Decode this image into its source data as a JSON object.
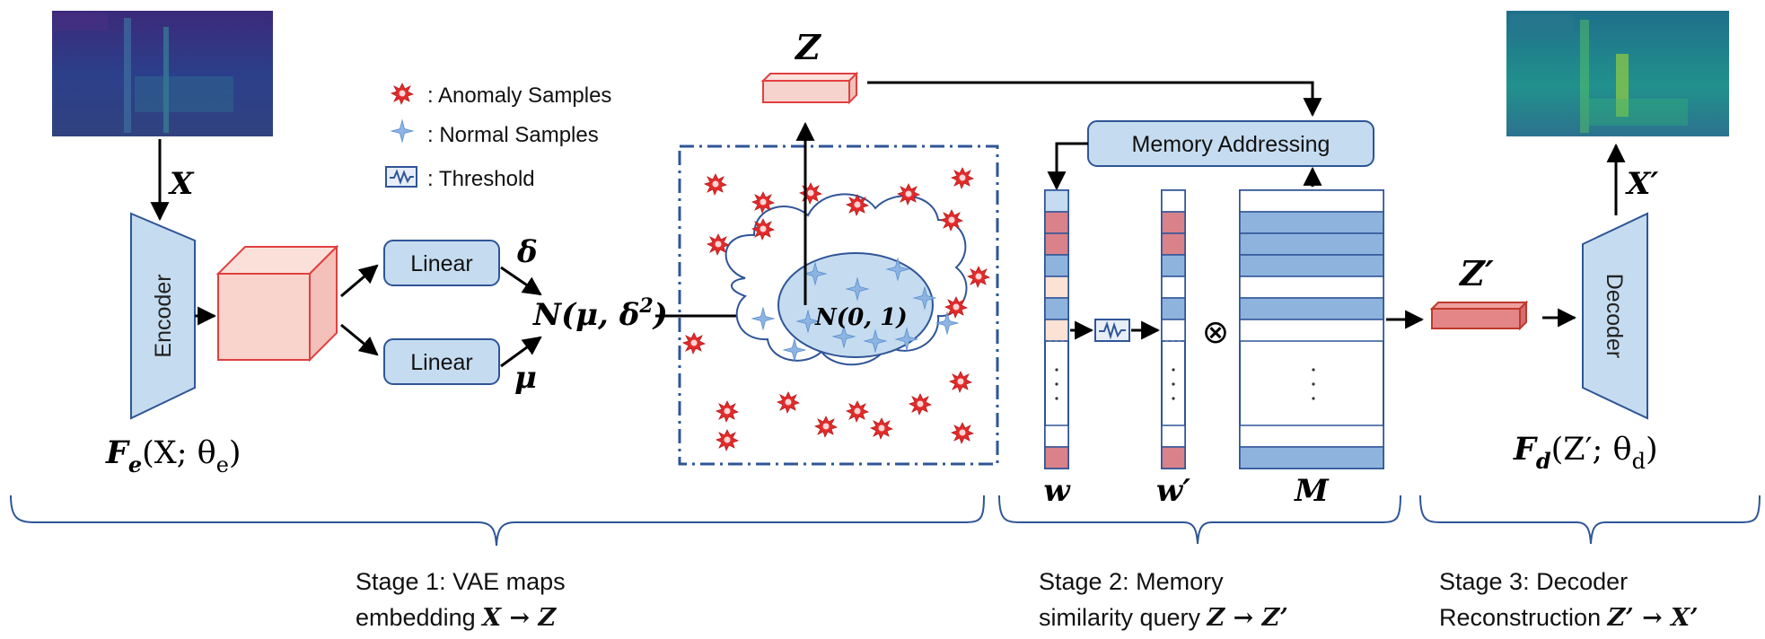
{
  "encoder": {
    "label": "Encoder",
    "input_var": "X",
    "formula": {
      "F": "F",
      "sub": "e",
      "open": "(X; ",
      "theta": "θ",
      "theta_sub": "e",
      "close": ")"
    }
  },
  "linear_top": {
    "label": "Linear",
    "output_var": "δ"
  },
  "linear_bottom": {
    "label": "Linear",
    "output_var": "μ"
  },
  "distribution": {
    "N": "N",
    "args": "(μ, δ",
    "sup": "2",
    "close": ")"
  },
  "standard_normal": "N(0, 1)",
  "latent": {
    "label": "Z"
  },
  "legend": {
    "anomaly": ": Anomaly Samples",
    "normal": ": Normal Samples",
    "threshold": ": Threshold"
  },
  "memory": {
    "addressing_label": "Memory Addressing",
    "w_label": "w",
    "w_prime_label": "w′",
    "m_label": "M",
    "operator": "⊗"
  },
  "decoder": {
    "label": "Decoder",
    "input_var": "Z′",
    "output_var": "X′",
    "formula": {
      "F": "F",
      "sub": "d",
      "open": "(Z′; ",
      "theta": "θ",
      "theta_sub": "d",
      "close": ")"
    }
  },
  "stages": [
    {
      "line1": "Stage 1: VAE maps",
      "line2": "embedding ",
      "expr": "X → Z"
    },
    {
      "line1": "Stage 2: Memory",
      "line2": "similarity query ",
      "expr": "Z → Z’"
    },
    {
      "line1": "Stage 3: Decoder",
      "line2": "Reconstruction ",
      "expr": "Z’ → X’"
    }
  ],
  "colors": {
    "blue_fill": "#c5dcf0",
    "blue_stroke": "#2f5597",
    "band_blue": "#8eb4de",
    "red_fill": "#f7d3ce",
    "red_stroke": "#e04040",
    "red_cell": "#d9828a",
    "peach_cell": "#fbe2d5",
    "spectrogram_dark": "#3b1c66",
    "spectrogram_teal": "#21918c"
  }
}
